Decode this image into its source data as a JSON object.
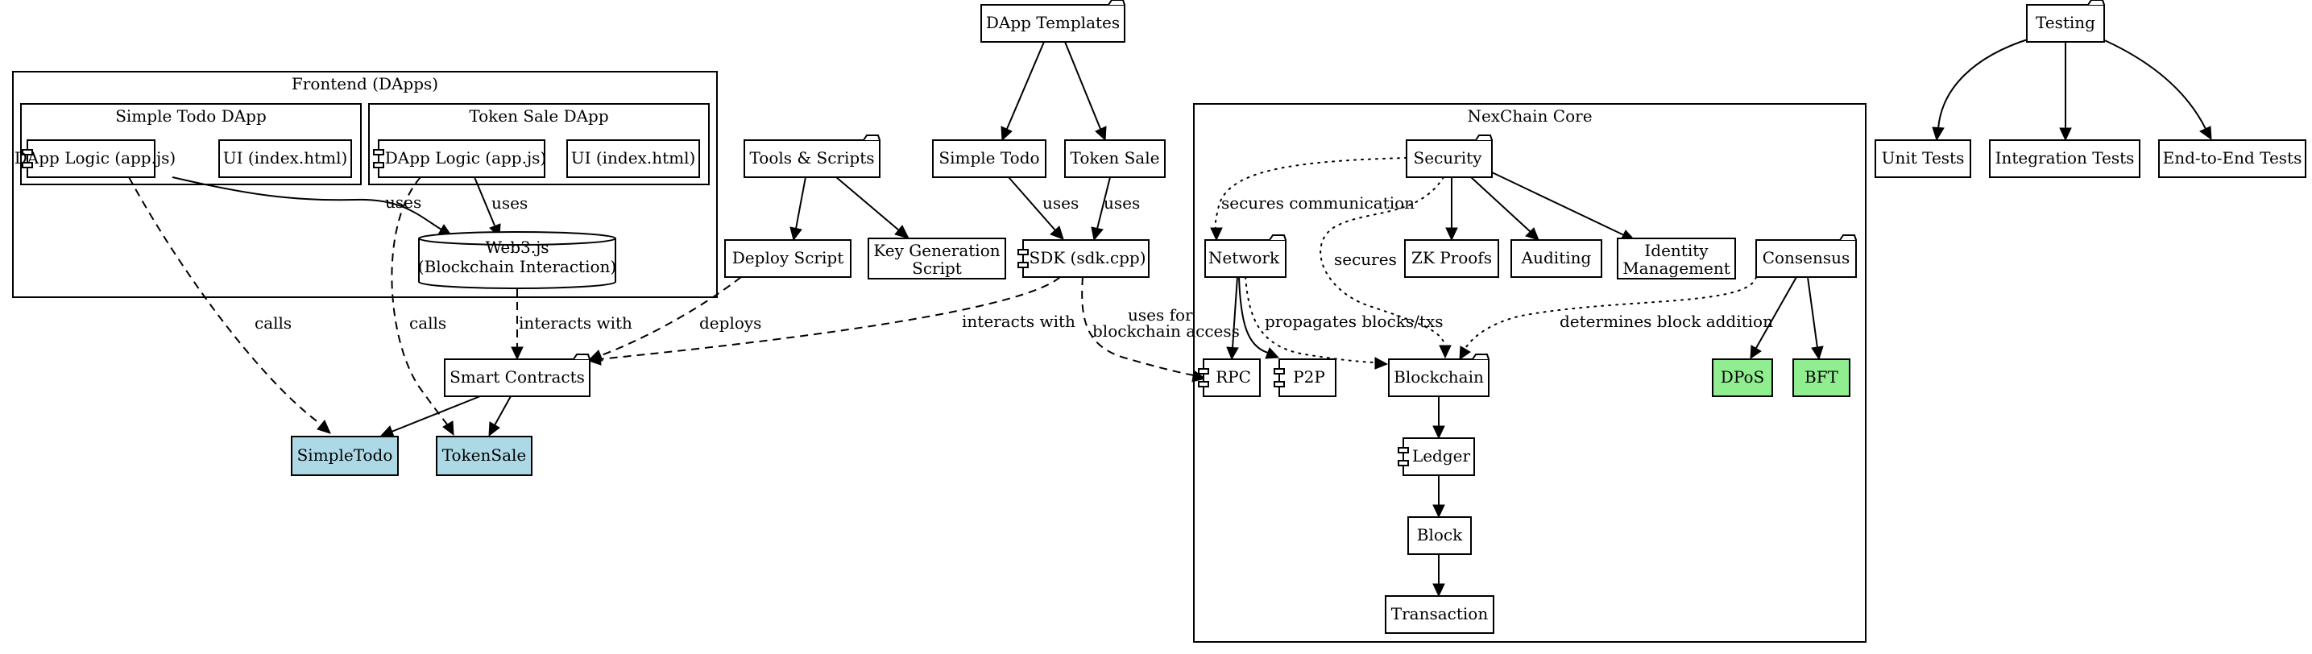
{
  "colors": {
    "blue_fill": "#add8e6",
    "green_fill": "#90ee90",
    "stroke": "#000000"
  },
  "clusters": {
    "frontend": "Frontend (DApps)",
    "simple_todo_dapp": "Simple Todo DApp",
    "token_sale_dapp": "Token Sale DApp",
    "nexchain_core": "NexChain Core"
  },
  "nodes": {
    "todo_logic": "DApp Logic (app.js)",
    "todo_ui": "UI (index.html)",
    "sale_logic": "DApp Logic (app.js)",
    "sale_ui": "UI (index.html)",
    "web3_l1": "Web3.js",
    "web3_l2": "(Blockchain Interaction)",
    "templates": "DApp Templates",
    "tools": "Tools & Scripts",
    "simple_todo": "Simple Todo",
    "token_sale": "Token Sale",
    "deploy": "Deploy Script",
    "keygen_l1": "Key Generation",
    "keygen_l2": "Script",
    "sdk": "SDK (sdk.cpp)",
    "contracts": "Smart Contracts",
    "simpletodo_c": "SimpleTodo",
    "tokensale_c": "TokenSale",
    "security": "Security",
    "network": "Network",
    "zk": "ZK Proofs",
    "auditing": "Auditing",
    "identity_l1": "Identity",
    "identity_l2": "Management",
    "consensus": "Consensus",
    "rpc": "RPC",
    "p2p": "P2P",
    "blockchain": "Blockchain",
    "dpos": "DPoS",
    "bft": "BFT",
    "ledger": "Ledger",
    "block": "Block",
    "transaction": "Transaction",
    "testing": "Testing",
    "unit_tests": "Unit Tests",
    "integration_tests": "Integration Tests",
    "e2e_tests": "End-to-End Tests"
  },
  "edge_labels": {
    "uses": "uses",
    "calls": "calls",
    "interacts_with": "interacts with",
    "deploys": "deploys",
    "uses_for_l1": "uses for",
    "uses_for_l2": "blockchain access",
    "secures_communication": "secures communication",
    "secures": "secures",
    "propagates": "propagates blocks/txs",
    "determines": "determines block addition"
  }
}
